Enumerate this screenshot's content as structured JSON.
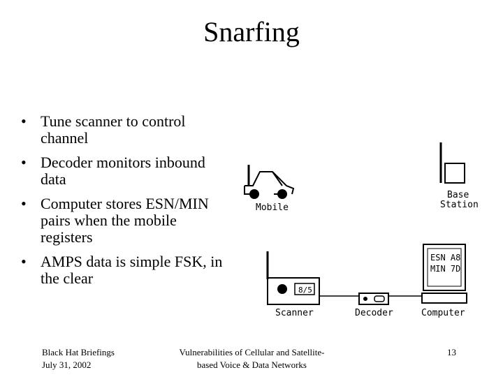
{
  "slide": {
    "title": "Snarfing",
    "bullets": [
      "Tune scanner to control channel",
      "Decoder monitors inbound data",
      "Computer stores ESN/MIN pairs when the mobile registers",
      "AMPS data is simple FSK, in the clear"
    ],
    "bullet_glyph": "•"
  },
  "diagram": {
    "labels": {
      "mobile": "Mobile",
      "base_station_line1": "Base",
      "base_station_line2": "Station",
      "scanner": "Scanner",
      "decoder": "Decoder",
      "computer": "Computer"
    },
    "scanner_display": "8/5",
    "computer_screen": [
      "ESN A8",
      "MIN 7D"
    ]
  },
  "footer": {
    "left_line1": "Black Hat Briefings",
    "left_line2": "July 31, 2002",
    "center_line1": "Vulnerabilities of Cellular and Satellite-",
    "center_line2": "based Voice & Data Networks",
    "page_number": "13"
  }
}
